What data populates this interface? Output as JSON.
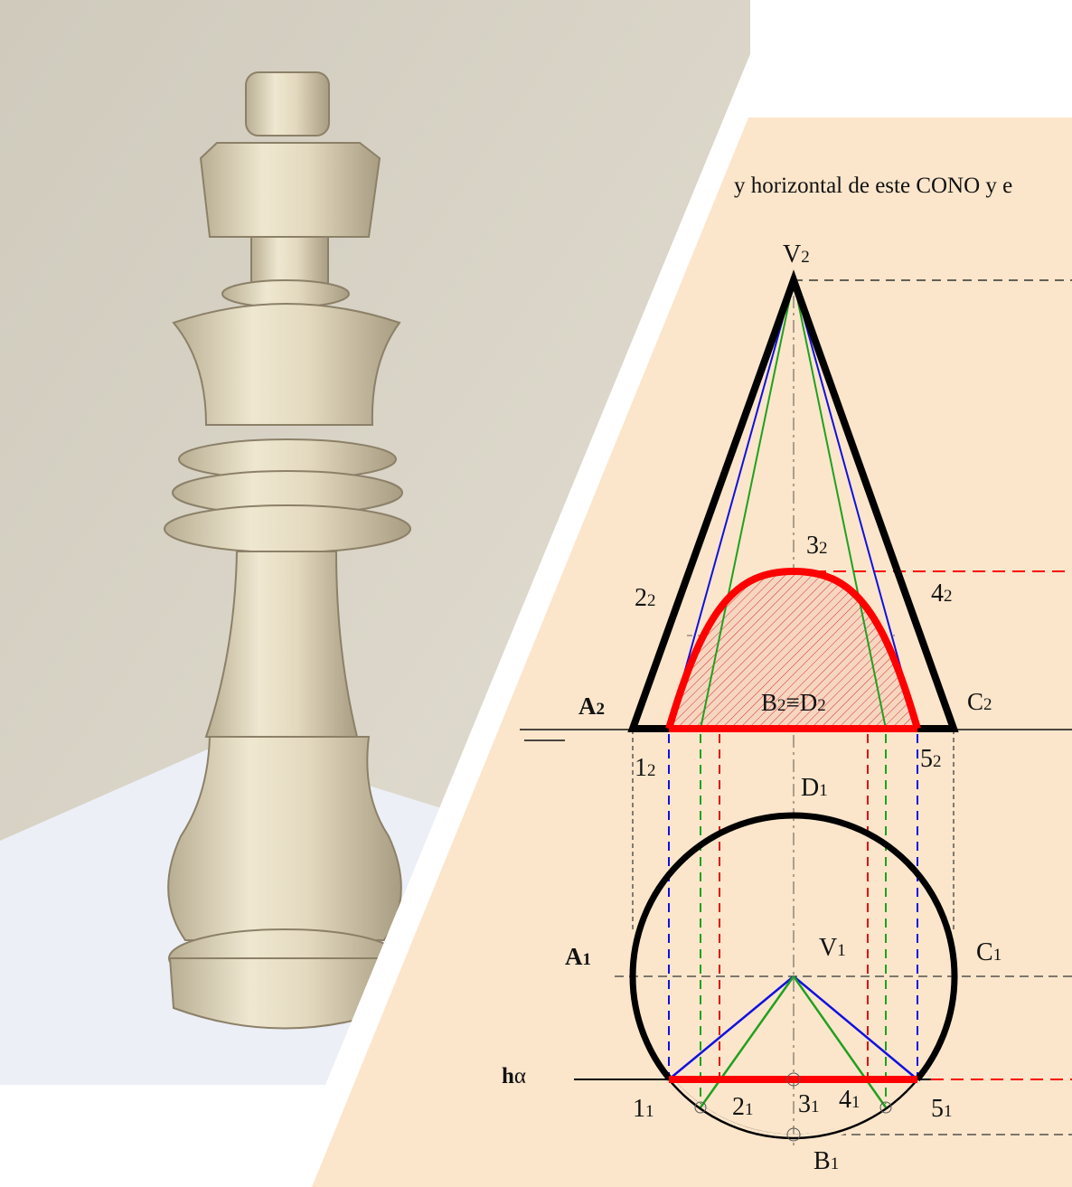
{
  "header_text": "y horizontal de este CONO y e",
  "labels": {
    "V2": {
      "main": "V",
      "sub": "2"
    },
    "A2": {
      "main": "A",
      "sub": "2"
    },
    "C2": {
      "main": "C",
      "sub": "2"
    },
    "p2_2": {
      "main": "2",
      "sub": "2"
    },
    "p3_2": {
      "main": "3",
      "sub": "2"
    },
    "p4_2": {
      "main": "4",
      "sub": "2"
    },
    "BD2": {
      "main1": "B",
      "sub1": "2",
      "eq": "≡",
      "main2": "D",
      "sub2": "2"
    },
    "p1_2": {
      "main": "1",
      "sub": "2"
    },
    "p5_2": {
      "main": "5",
      "sub": "2"
    },
    "D1": {
      "main": "D",
      "sub": "1"
    },
    "A1": {
      "main": "A",
      "sub": "1"
    },
    "V1": {
      "main": "V",
      "sub": "1"
    },
    "C1": {
      "main": "C",
      "sub": "1"
    },
    "halpha": {
      "main": "h",
      "sub": "α"
    },
    "p1_1": {
      "main": "1",
      "sub": "1"
    },
    "p2_1": {
      "main": "2",
      "sub": "1"
    },
    "p3_1": {
      "main": "3",
      "sub": "1"
    },
    "p4_1": {
      "main": "4",
      "sub": "1"
    },
    "p5_1": {
      "main": "5",
      "sub": "1"
    },
    "B1": {
      "main": "B",
      "sub": "1"
    }
  },
  "colors": {
    "paper": "#fbe6cb",
    "outline": "#000000",
    "section": "#ff0000",
    "generatrix_blue": "#1010e0",
    "generatrix_green": "#20a020",
    "photo_wall": "#d9d3c4",
    "piece": "#e6dcc2"
  },
  "photo": {
    "subject": "chess-king-piece"
  }
}
